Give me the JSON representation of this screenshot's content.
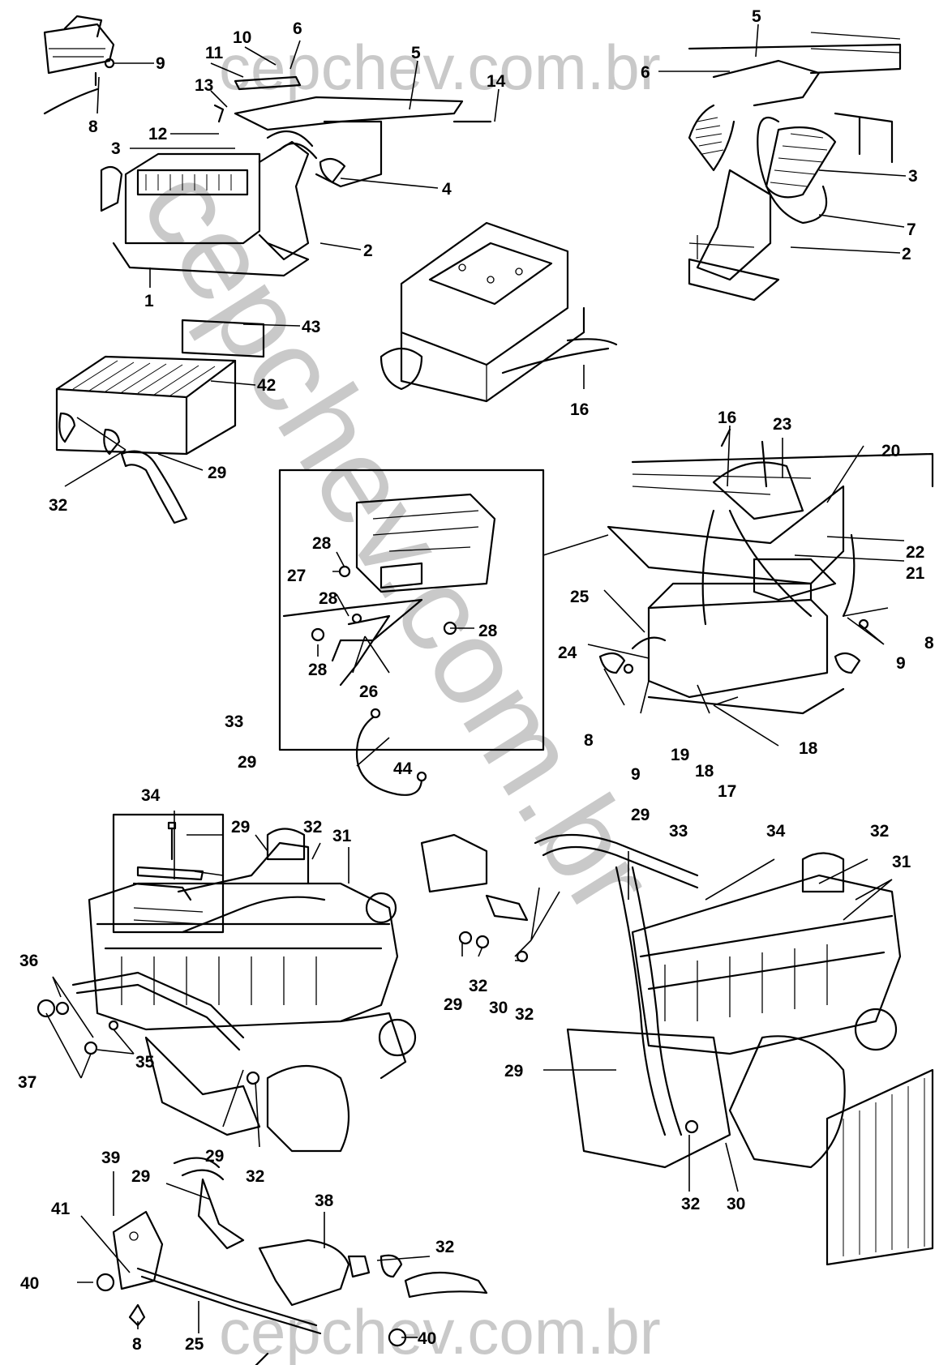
{
  "watermark": {
    "top": "cepchev.com.br",
    "diagonal": "cepchev.com.br",
    "bottom": "cepchev.com.br"
  },
  "callouts": [
    "9",
    "8",
    "10",
    "6",
    "11",
    "5",
    "13",
    "14",
    "12",
    "3",
    "4",
    "2",
    "1",
    "5",
    "6",
    "3",
    "7",
    "2",
    "43",
    "42",
    "32",
    "29",
    "16",
    "16",
    "23",
    "20",
    "22",
    "21",
    "25",
    "8",
    "9",
    "24",
    "8",
    "9",
    "19",
    "18",
    "17",
    "18",
    "28",
    "27",
    "28",
    "28",
    "28",
    "26",
    "44",
    "34",
    "33",
    "29",
    "29",
    "32",
    "31",
    "36",
    "37",
    "35",
    "29",
    "32",
    "29",
    "33",
    "34",
    "32",
    "31",
    "29",
    "32",
    "30",
    "32",
    "29",
    "32",
    "30",
    "39",
    "29",
    "38",
    "41",
    "32",
    "40",
    "8",
    "25",
    "40"
  ]
}
